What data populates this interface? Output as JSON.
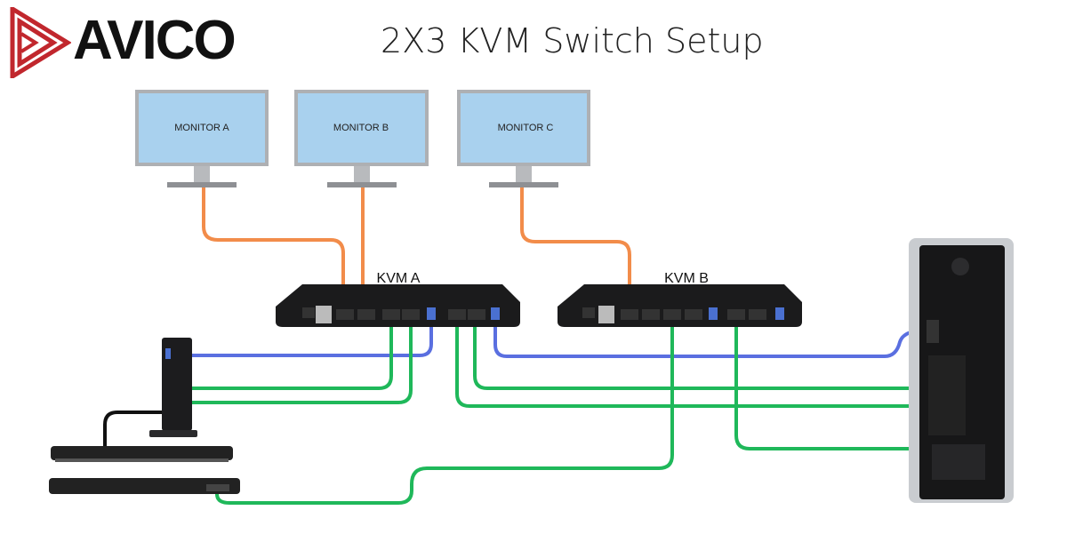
{
  "logo": {
    "text": "AVICO",
    "accent": "#c1272d"
  },
  "title": "2X3 KVM Switch Setup",
  "monitors": [
    {
      "label": "MONITOR A"
    },
    {
      "label": "MONITOR B"
    },
    {
      "label": "MONITOR C"
    }
  ],
  "kvms": [
    {
      "label": "KVM A"
    },
    {
      "label": "KVM B"
    }
  ],
  "cable_colors": {
    "video_monitor": "#f28c4a",
    "usb": "#5a6fe0",
    "hdmi_pc": "#1fb85a",
    "dock": "#111111"
  },
  "screen_color": "#a9d1ee"
}
